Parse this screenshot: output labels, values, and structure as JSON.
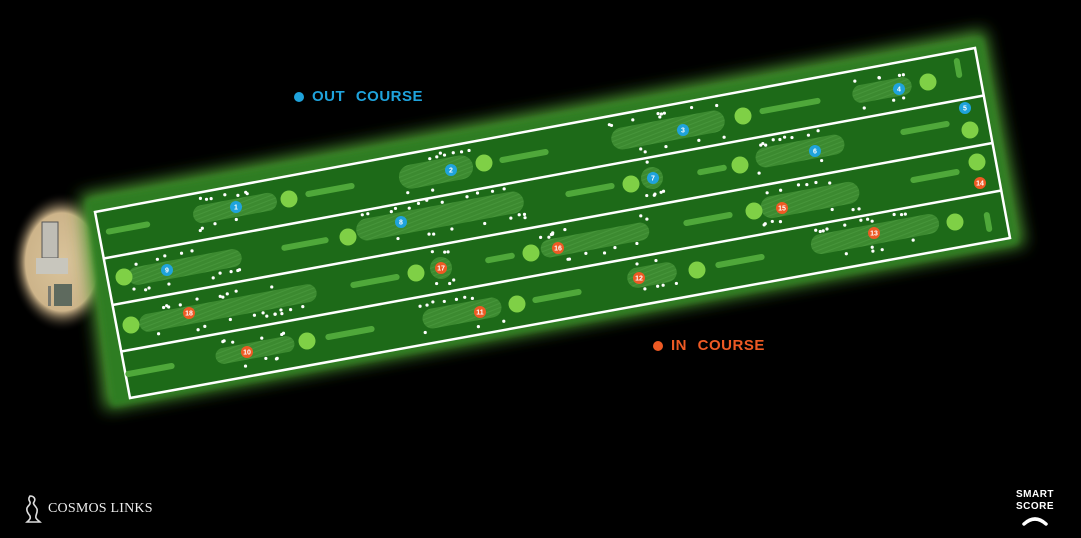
{
  "legend": {
    "out_course": {
      "label": "OUT COURSE",
      "color": "#1fa3dc"
    },
    "in_course": {
      "label": "IN COURSE",
      "color": "#ee5a24"
    }
  },
  "holes": [
    {
      "number": "1",
      "course": "out"
    },
    {
      "number": "2",
      "course": "out"
    },
    {
      "number": "3",
      "course": "out"
    },
    {
      "number": "4",
      "course": "out"
    },
    {
      "number": "5",
      "course": "out"
    },
    {
      "number": "6",
      "course": "out"
    },
    {
      "number": "7",
      "course": "out"
    },
    {
      "number": "8",
      "course": "out"
    },
    {
      "number": "9",
      "course": "out"
    },
    {
      "number": "10",
      "course": "in"
    },
    {
      "number": "11",
      "course": "in"
    },
    {
      "number": "12",
      "course": "in"
    },
    {
      "number": "13",
      "course": "in"
    },
    {
      "number": "14",
      "course": "in"
    },
    {
      "number": "15",
      "course": "in"
    },
    {
      "number": "16",
      "course": "in"
    },
    {
      "number": "17",
      "course": "in"
    },
    {
      "number": "18",
      "course": "in"
    }
  ],
  "brand": {
    "name": "COSMOS LINKS"
  },
  "partner": {
    "line1": "SMART",
    "line2": "SCORE"
  },
  "colors": {
    "rough": "#1d6a18",
    "fairway": "#3c8a30",
    "green": "#7fd046",
    "tee": "#4fa83a",
    "border": "#ffffff"
  }
}
